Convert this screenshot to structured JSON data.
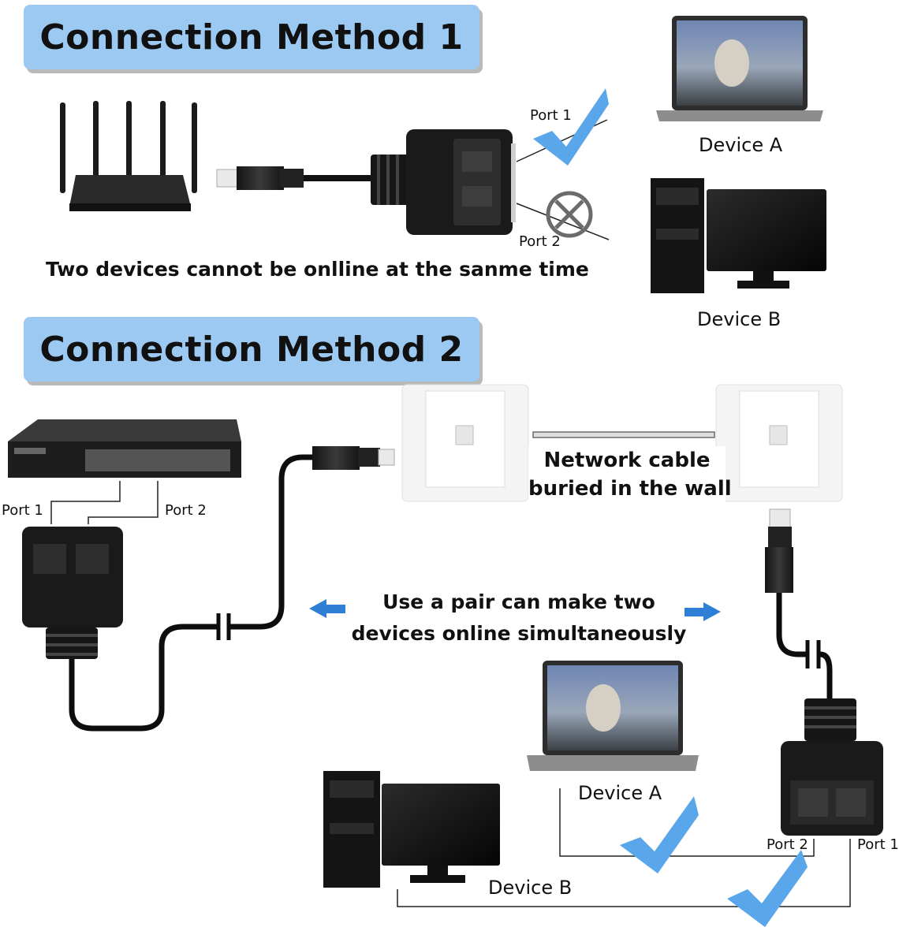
{
  "method1": {
    "title": "Connection Method 1",
    "port1_label": "Port 1",
    "port2_label": "Port 2",
    "device_a_label": "Device A",
    "device_b_label": "Device B",
    "note": "Two devices cannot be onlline at the sanme time",
    "port1_status": "check-icon",
    "port2_status": "cross-circle-icon"
  },
  "method2": {
    "title": "Connection Method 2",
    "switch_port1_label": "Port 1",
    "switch_port2_label": "Port 2",
    "wall_note_line1": "Network cable",
    "wall_note_line2": "buried in the wall",
    "pair_note_line1": "Use a pair can make two",
    "pair_note_line2": "devices online simultaneously",
    "device_a_label": "Device A",
    "device_b_label": "Device B",
    "right_port2_label": "Port 2",
    "right_port1_label": "Port 1"
  },
  "colors": {
    "banner": "#9cc9f2",
    "check": "#5aa6ea",
    "arrow": "#2f7fd6",
    "connector": "#1d1d1d",
    "line": "#222222"
  }
}
